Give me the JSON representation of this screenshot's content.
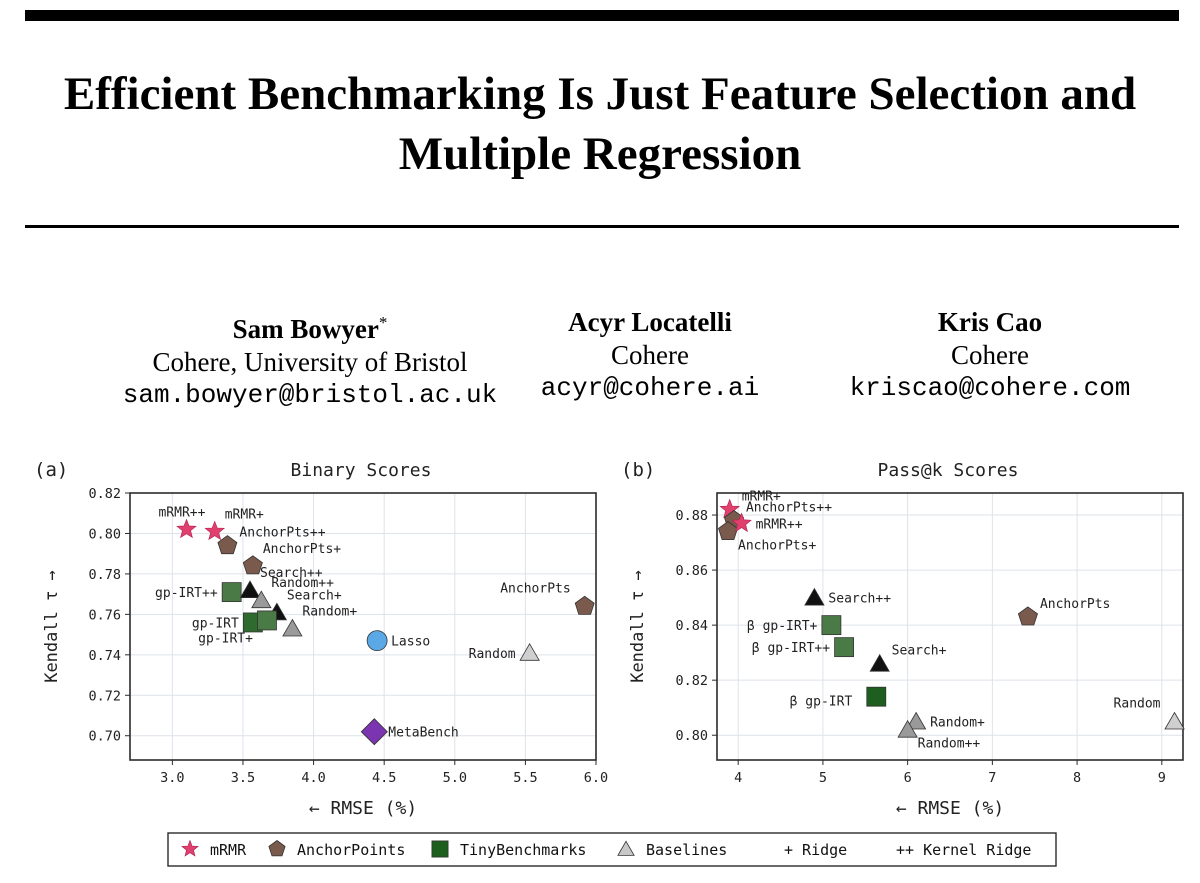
{
  "paper": {
    "title_line1": "Efficient Benchmarking Is Just Feature Selection and",
    "title_line2": "Multiple Regression",
    "authors": [
      {
        "name": "Sam Bowyer",
        "mark": "*",
        "affiliation": "Cohere, University of Bristol",
        "email": "sam.bowyer@bristol.ac.uk"
      },
      {
        "name": "Acyr Locatelli",
        "mark": "",
        "affiliation": "Cohere",
        "email": "acyr@cohere.ai"
      },
      {
        "name": "Kris Cao",
        "mark": "",
        "affiliation": "Cohere",
        "email": "kriscao@cohere.com"
      }
    ]
  },
  "figure": {
    "legend": [
      {
        "label": "mRMR",
        "marker": "star",
        "color": "#e0406e"
      },
      {
        "label": "AnchorPoints",
        "marker": "pentagon",
        "color": "#7a5a4c"
      },
      {
        "label": "TinyBenchmarks",
        "marker": "square",
        "color": "#1e5e1e"
      },
      {
        "label": "Baselines",
        "marker": "triangle",
        "color": "#c8c8c8"
      },
      {
        "label": "+ Ridge",
        "marker": "none",
        "color": "#000000"
      },
      {
        "label": "++ Kernel Ridge",
        "marker": "none",
        "color": "#000000"
      }
    ]
  },
  "chart_data": [
    {
      "type": "scatter",
      "panel_label": "(a)",
      "title": "Binary Scores",
      "xlabel": "← RMSE (%)",
      "ylabel": "Kendall τ →",
      "xlim": [
        2.7,
        6.0
      ],
      "ylim": [
        0.688,
        0.82
      ],
      "xticks": [
        3.0,
        3.5,
        4.0,
        4.5,
        5.0,
        5.5,
        6.0
      ],
      "xtick_labels": [
        "3.0",
        "3.5",
        "4.0",
        "4.5",
        "5.0",
        "5.5",
        "6.0"
      ],
      "yticks": [
        0.7,
        0.72,
        0.74,
        0.76,
        0.78,
        0.8,
        0.82
      ],
      "ytick_labels": [
        "0.70",
        "0.72",
        "0.74",
        "0.76",
        "0.78",
        "0.80",
        "0.82"
      ],
      "grid": true,
      "points": [
        {
          "label": "mRMR++",
          "x": 3.1,
          "y": 0.802,
          "marker": "star",
          "color": "#e0406e",
          "label_pos": "above"
        },
        {
          "label": "mRMR+",
          "x": 3.3,
          "y": 0.801,
          "marker": "star",
          "color": "#e0406e",
          "label_pos": "above-right"
        },
        {
          "label": "AnchorPts++",
          "x": 3.39,
          "y": 0.794,
          "marker": "pentagon",
          "color": "#7a5a4c",
          "label_pos": "right-up"
        },
        {
          "label": "AnchorPts+",
          "x": 3.57,
          "y": 0.784,
          "marker": "pentagon",
          "color": "#7a5a4c",
          "label_pos": "above-right"
        },
        {
          "label": "gp-IRT++",
          "x": 3.42,
          "y": 0.771,
          "marker": "square",
          "color": "#4a7a45",
          "label_pos": "left"
        },
        {
          "label": "Search++",
          "x": 3.55,
          "y": 0.772,
          "marker": "triangle",
          "color": "#111111",
          "label_pos": "above-right"
        },
        {
          "label": "Random++",
          "x": 3.63,
          "y": 0.767,
          "marker": "triangle",
          "color": "#9a9a9a",
          "label_pos": "above-right"
        },
        {
          "label": "Search+",
          "x": 3.74,
          "y": 0.761,
          "marker": "triangle",
          "color": "#111111",
          "label_pos": "above-right"
        },
        {
          "label": "gp-IRT",
          "x": 3.57,
          "y": 0.756,
          "marker": "square",
          "color": "#2f6b2f",
          "label_pos": "left"
        },
        {
          "label": "gp-IRT+",
          "x": 3.67,
          "y": 0.757,
          "marker": "square",
          "color": "#4a7a45",
          "label_pos": "below-left"
        },
        {
          "label": "Random+",
          "x": 3.85,
          "y": 0.753,
          "marker": "triangle",
          "color": "#9a9a9a",
          "label_pos": "above-right"
        },
        {
          "label": "Lasso",
          "x": 4.45,
          "y": 0.747,
          "marker": "circle",
          "color": "#5aa9e6",
          "label_pos": "right"
        },
        {
          "label": "Random",
          "x": 5.53,
          "y": 0.741,
          "marker": "triangle",
          "color": "#cfcfcf",
          "label_pos": "left"
        },
        {
          "label": "AnchorPts",
          "x": 5.92,
          "y": 0.764,
          "marker": "pentagon",
          "color": "#7a5a4c",
          "label_pos": "left-up"
        },
        {
          "label": "MetaBench",
          "x": 4.43,
          "y": 0.702,
          "marker": "diamond",
          "color": "#7b35b0",
          "label_pos": "right"
        }
      ]
    },
    {
      "type": "scatter",
      "panel_label": "(b)",
      "title": "Pass@k Scores",
      "xlabel": "← RMSE (%)",
      "ylabel": "Kendall τ →",
      "xlim": [
        3.75,
        9.25
      ],
      "ylim": [
        0.791,
        0.888
      ],
      "xticks": [
        4,
        5,
        6,
        7,
        8,
        9
      ],
      "xtick_labels": [
        "4",
        "5",
        "6",
        "7",
        "8",
        "9"
      ],
      "yticks": [
        0.8,
        0.82,
        0.84,
        0.86,
        0.88
      ],
      "ytick_labels": [
        "0.80",
        "0.82",
        "0.84",
        "0.86",
        "0.88"
      ],
      "grid": true,
      "points": [
        {
          "label": "mRMR+",
          "x": 3.9,
          "y": 0.882,
          "marker": "star",
          "color": "#e0406e",
          "label_pos": "right-up"
        },
        {
          "label": "AnchorPts++",
          "x": 3.95,
          "y": 0.878,
          "marker": "pentagon",
          "color": "#7a5a4c",
          "label_pos": "right-up"
        },
        {
          "label": "AnchorPts+",
          "x": 3.88,
          "y": 0.874,
          "marker": "pentagon",
          "color": "#7a5a4c",
          "label_pos": "below-right"
        },
        {
          "label": "mRMR++",
          "x": 4.04,
          "y": 0.877,
          "marker": "star",
          "color": "#e0406e",
          "label_pos": "right"
        },
        {
          "label": "Search++",
          "x": 4.9,
          "y": 0.85,
          "marker": "triangle",
          "color": "#111111",
          "label_pos": "right"
        },
        {
          "label": "AnchorPts",
          "x": 7.42,
          "y": 0.843,
          "marker": "pentagon",
          "color": "#7a5a4c",
          "label_pos": "right-up"
        },
        {
          "label": "β gp-IRT+",
          "x": 5.1,
          "y": 0.84,
          "marker": "square",
          "color": "#4a7a45",
          "label_pos": "left"
        },
        {
          "label": "β gp-IRT++",
          "x": 5.25,
          "y": 0.832,
          "marker": "square",
          "color": "#4a7a45",
          "label_pos": "left"
        },
        {
          "label": "Search+",
          "x": 5.67,
          "y": 0.826,
          "marker": "triangle",
          "color": "#111111",
          "label_pos": "right-up"
        },
        {
          "label": "β gp-IRT",
          "x": 5.63,
          "y": 0.814,
          "marker": "square",
          "color": "#1e5e1e",
          "label_pos": "left-down"
        },
        {
          "label": "Random+",
          "x": 6.1,
          "y": 0.805,
          "marker": "triangle",
          "color": "#9a9a9a",
          "label_pos": "right"
        },
        {
          "label": "Random++",
          "x": 6.0,
          "y": 0.802,
          "marker": "triangle",
          "color": "#9a9a9a",
          "label_pos": "below-right"
        },
        {
          "label": "Random",
          "x": 9.15,
          "y": 0.805,
          "marker": "triangle",
          "color": "#cfcfcf",
          "label_pos": "left-up"
        }
      ]
    }
  ]
}
